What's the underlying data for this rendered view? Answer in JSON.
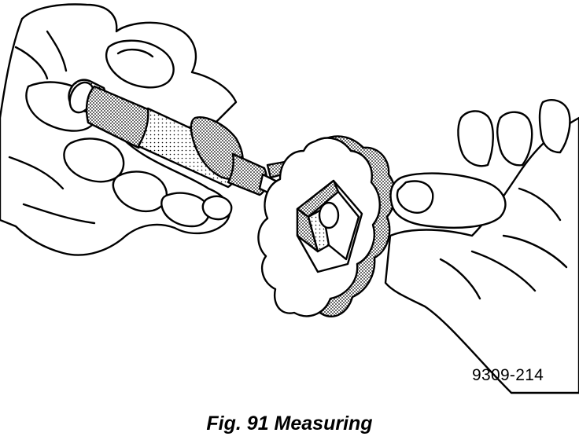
{
  "figure": {
    "reference_id": "9309-214",
    "caption": "Fig. 91 Measuring"
  },
  "icons": {
    "left-hand": "left-hand-illustration",
    "right-hand": "right-hand-illustration",
    "micrometer": "micrometer-illustration",
    "gear": "gear-illustration"
  }
}
